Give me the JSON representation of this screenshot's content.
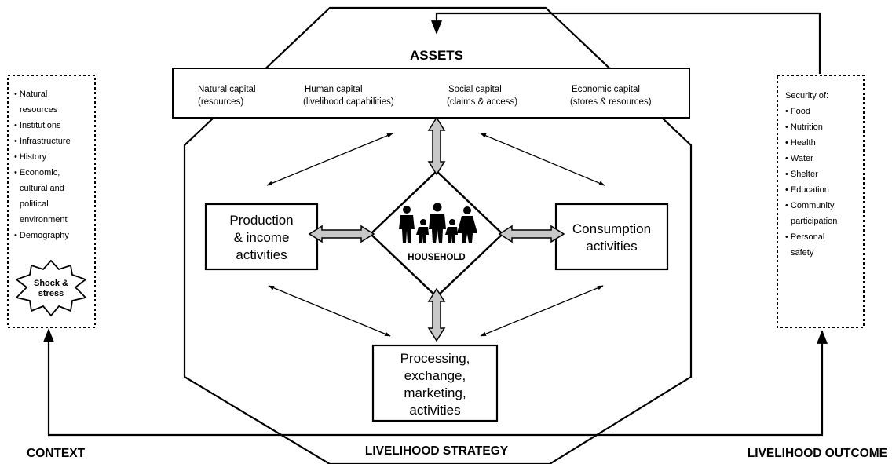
{
  "assets": {
    "title": "ASSETS",
    "capitals": [
      {
        "line1": "Natural capital",
        "line2": "(resources)"
      },
      {
        "line1": "Human capital",
        "line2": "(livelihood capabilities)"
      },
      {
        "line1": "Social capital",
        "line2": "(claims & access)"
      },
      {
        "line1": "Economic capital",
        "line2": "(stores & resources)"
      }
    ]
  },
  "context": {
    "items": [
      "• Natural",
      "resources",
      "• Institutions",
      "• Infrastructure",
      "• History",
      "• Economic,",
      "cultural and",
      "political",
      "environment",
      "• Demography"
    ],
    "shock_line1": "Shock &",
    "shock_line2": "stress",
    "label": "CONTEXT"
  },
  "outcome": {
    "items": [
      "Security of:",
      "• Food",
      "• Nutrition",
      "• Health",
      "• Water",
      "• Shelter",
      "• Education",
      "• Community",
      "participation",
      "• Personal",
      "safety"
    ],
    "label": "LIVELIHOOD OUTCOME"
  },
  "household": {
    "label": "HOUSEHOLD"
  },
  "production": {
    "line1": "Production",
    "line2": "& income",
    "line3": "activities"
  },
  "consumption": {
    "line1": "Consumption",
    "line2": "activities"
  },
  "processing": {
    "line1": "Processing,",
    "line2": "exchange,",
    "line3": "marketing,",
    "line4": "activities"
  },
  "strategy": {
    "label": "LIVELIHOOD STRATEGY"
  }
}
